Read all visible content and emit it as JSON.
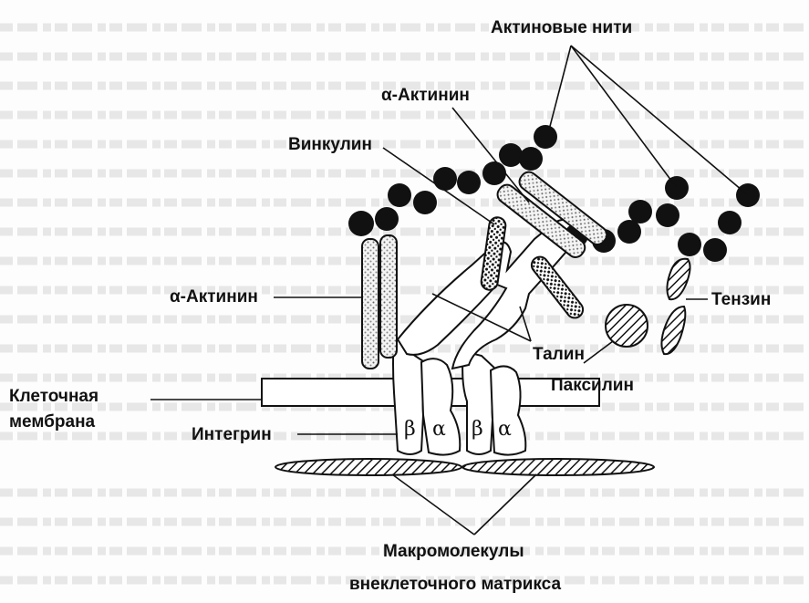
{
  "labels": {
    "actin_filaments": "Актиновые нити",
    "alpha_actinin_top": "α-Актинин",
    "vinculin": "Винкулин",
    "alpha_actinin_left": "α-Актинин",
    "tensin": "Тензин",
    "talin": "Талин",
    "paxillin": "Паксилин",
    "cell_membrane_line1": "Клеточная",
    "cell_membrane_line2": "мембрана",
    "integrin": "Интегрин",
    "ecm_line1": "Макромолекулы",
    "ecm_line2": "внеклеточного матрикса"
  },
  "subunits": {
    "beta": "β",
    "alpha": "α"
  }
}
